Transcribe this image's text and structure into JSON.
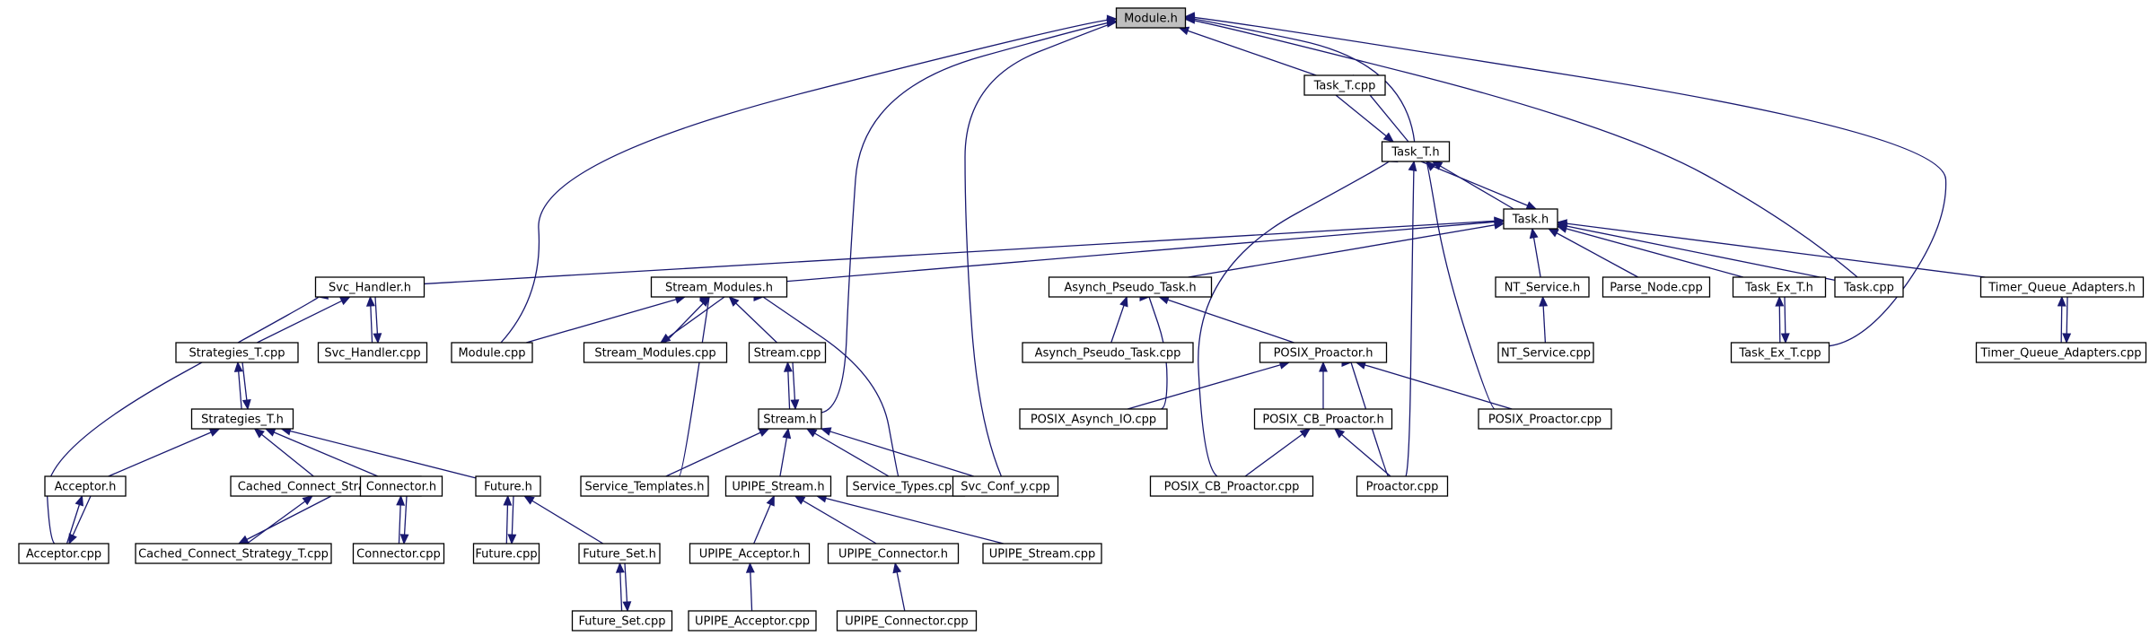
{
  "colors": {
    "edge": "#191970",
    "node_border": "#000000",
    "root_fill": "#bfbfbf",
    "node_fill": "#ffffff"
  },
  "nodes": [
    {
      "id": "module_h",
      "label": "Module.h",
      "root": true
    },
    {
      "id": "task_t_cpp",
      "label": "Task_T.cpp"
    },
    {
      "id": "task_t_h",
      "label": "Task_T.h"
    },
    {
      "id": "task_h",
      "label": "Task.h"
    },
    {
      "id": "svc_handler_h",
      "label": "Svc_Handler.h"
    },
    {
      "id": "stream_modules_h",
      "label": "Stream_Modules.h"
    },
    {
      "id": "asynch_pseudo_task_h",
      "label": "Asynch_Pseudo_Task.h"
    },
    {
      "id": "nt_service_h",
      "label": "NT_Service.h"
    },
    {
      "id": "parse_node_cpp",
      "label": "Parse_Node.cpp"
    },
    {
      "id": "task_ex_t_h",
      "label": "Task_Ex_T.h"
    },
    {
      "id": "task_cpp",
      "label": "Task.cpp"
    },
    {
      "id": "timer_queue_adapters_h",
      "label": "Timer_Queue_Adapters.h"
    },
    {
      "id": "strategies_t_cpp",
      "label": "Strategies_T.cpp"
    },
    {
      "id": "svc_handler_cpp",
      "label": "Svc_Handler.cpp"
    },
    {
      "id": "module_cpp",
      "label": "Module.cpp"
    },
    {
      "id": "stream_modules_cpp",
      "label": "Stream_Modules.cpp"
    },
    {
      "id": "stream_cpp",
      "label": "Stream.cpp"
    },
    {
      "id": "asynch_pseudo_task_cpp",
      "label": "Asynch_Pseudo_Task.cpp"
    },
    {
      "id": "posix_proactor_h",
      "label": "POSIX_Proactor.h"
    },
    {
      "id": "nt_service_cpp",
      "label": "NT_Service.cpp"
    },
    {
      "id": "task_ex_t_cpp",
      "label": "Task_Ex_T.cpp"
    },
    {
      "id": "timer_queue_adapters_cpp",
      "label": "Timer_Queue_Adapters.cpp"
    },
    {
      "id": "strategies_t_h",
      "label": "Strategies_T.h"
    },
    {
      "id": "stream_h",
      "label": "Stream.h"
    },
    {
      "id": "posix_asynch_io_cpp",
      "label": "POSIX_Asynch_IO.cpp"
    },
    {
      "id": "posix_cb_proactor_h",
      "label": "POSIX_CB_Proactor.h"
    },
    {
      "id": "posix_proactor_cpp",
      "label": "POSIX_Proactor.cpp"
    },
    {
      "id": "acceptor_h",
      "label": "Acceptor.h"
    },
    {
      "id": "cached_connect_strategy_t_h",
      "label": "Cached_Connect_Strategy_T.h"
    },
    {
      "id": "connector_h",
      "label": "Connector.h"
    },
    {
      "id": "future_h",
      "label": "Future.h"
    },
    {
      "id": "service_templates_h",
      "label": "Service_Templates.h"
    },
    {
      "id": "upipe_stream_h",
      "label": "UPIPE_Stream.h"
    },
    {
      "id": "service_types_cpp",
      "label": "Service_Types.cpp"
    },
    {
      "id": "svc_conf_y_cpp",
      "label": "Svc_Conf_y.cpp"
    },
    {
      "id": "posix_cb_proactor_cpp",
      "label": "POSIX_CB_Proactor.cpp"
    },
    {
      "id": "proactor_cpp",
      "label": "Proactor.cpp"
    },
    {
      "id": "acceptor_cpp",
      "label": "Acceptor.cpp"
    },
    {
      "id": "cached_connect_strategy_t_cpp",
      "label": "Cached_Connect_Strategy_T.cpp"
    },
    {
      "id": "connector_cpp",
      "label": "Connector.cpp"
    },
    {
      "id": "future_cpp",
      "label": "Future.cpp"
    },
    {
      "id": "future_set_h",
      "label": "Future_Set.h"
    },
    {
      "id": "upipe_acceptor_h",
      "label": "UPIPE_Acceptor.h"
    },
    {
      "id": "upipe_connector_h",
      "label": "UPIPE_Connector.h"
    },
    {
      "id": "upipe_stream_cpp",
      "label": "UPIPE_Stream.cpp"
    },
    {
      "id": "future_set_cpp",
      "label": "Future_Set.cpp"
    },
    {
      "id": "upipe_acceptor_cpp",
      "label": "UPIPE_Acceptor.cpp"
    },
    {
      "id": "upipe_connector_cpp",
      "label": "UPIPE_Connector.cpp"
    }
  ],
  "edges": [
    [
      "task_t_cpp",
      "module_h"
    ],
    [
      "task_t_h",
      "module_h"
    ],
    [
      "task_cpp",
      "module_h"
    ],
    [
      "task_ex_t_cpp",
      "module_h"
    ],
    [
      "module_cpp",
      "module_h"
    ],
    [
      "stream_h",
      "module_h"
    ],
    [
      "svc_conf_y_cpp",
      "module_h"
    ],
    [
      "task_t_cpp",
      "task_t_h"
    ],
    [
      "task_t_h",
      "task_t_cpp"
    ],
    [
      "task_h",
      "task_t_h"
    ],
    [
      "posix_cb_proactor_cpp",
      "task_t_h"
    ],
    [
      "proactor_cpp",
      "task_t_h"
    ],
    [
      "posix_proactor_cpp",
      "task_t_h"
    ],
    [
      "task_t_h",
      "task_h"
    ],
    [
      "svc_handler_h",
      "task_h"
    ],
    [
      "stream_modules_h",
      "task_h"
    ],
    [
      "asynch_pseudo_task_h",
      "task_h"
    ],
    [
      "nt_service_h",
      "task_h"
    ],
    [
      "parse_node_cpp",
      "task_h"
    ],
    [
      "task_ex_t_h",
      "task_h"
    ],
    [
      "task_cpp",
      "task_h"
    ],
    [
      "timer_queue_adapters_h",
      "task_h"
    ],
    [
      "strategies_t_cpp",
      "svc_handler_h"
    ],
    [
      "svc_handler_cpp",
      "svc_handler_h"
    ],
    [
      "svc_handler_h",
      "svc_handler_cpp"
    ],
    [
      "acceptor_cpp",
      "svc_handler_h"
    ],
    [
      "module_cpp",
      "stream_modules_h"
    ],
    [
      "stream_modules_cpp",
      "stream_modules_h"
    ],
    [
      "stream_modules_h",
      "stream_modules_cpp"
    ],
    [
      "stream_cpp",
      "stream_modules_h"
    ],
    [
      "service_templates_h",
      "stream_modules_h"
    ],
    [
      "service_types_cpp",
      "stream_modules_h"
    ],
    [
      "asynch_pseudo_task_cpp",
      "asynch_pseudo_task_h"
    ],
    [
      "posix_proactor_h",
      "asynch_pseudo_task_h"
    ],
    [
      "posix_asynch_io_cpp",
      "asynch_pseudo_task_h"
    ],
    [
      "nt_service_cpp",
      "nt_service_h"
    ],
    [
      "task_ex_t_cpp",
      "task_ex_t_h"
    ],
    [
      "task_ex_t_h",
      "task_ex_t_cpp"
    ],
    [
      "timer_queue_adapters_cpp",
      "timer_queue_adapters_h"
    ],
    [
      "timer_queue_adapters_h",
      "timer_queue_adapters_cpp"
    ],
    [
      "strategies_t_h",
      "strategies_t_cpp"
    ],
    [
      "strategies_t_cpp",
      "strategies_t_h"
    ],
    [
      "stream_h",
      "stream_cpp"
    ],
    [
      "stream_cpp",
      "stream_h"
    ],
    [
      "posix_asynch_io_cpp",
      "posix_proactor_h"
    ],
    [
      "posix_cb_proactor_h",
      "posix_proactor_h"
    ],
    [
      "posix_proactor_cpp",
      "posix_proactor_h"
    ],
    [
      "proactor_cpp",
      "posix_proactor_h"
    ],
    [
      "acceptor_h",
      "strategies_t_h"
    ],
    [
      "cached_connect_strategy_t_h",
      "strategies_t_h"
    ],
    [
      "connector_h",
      "strategies_t_h"
    ],
    [
      "future_h",
      "strategies_t_h"
    ],
    [
      "service_templates_h",
      "stream_h"
    ],
    [
      "upipe_stream_h",
      "stream_h"
    ],
    [
      "service_types_cpp",
      "stream_h"
    ],
    [
      "svc_conf_y_cpp",
      "stream_h"
    ],
    [
      "posix_cb_proactor_cpp",
      "posix_cb_proactor_h"
    ],
    [
      "proactor_cpp",
      "posix_cb_proactor_h"
    ],
    [
      "acceptor_cpp",
      "acceptor_h"
    ],
    [
      "acceptor_h",
      "acceptor_cpp"
    ],
    [
      "cached_connect_strategy_t_cpp",
      "cached_connect_strategy_t_h"
    ],
    [
      "cached_connect_strategy_t_h",
      "cached_connect_strategy_t_cpp"
    ],
    [
      "connector_cpp",
      "connector_h"
    ],
    [
      "connector_h",
      "connector_cpp"
    ],
    [
      "future_cpp",
      "future_h"
    ],
    [
      "future_h",
      "future_cpp"
    ],
    [
      "future_set_h",
      "future_h"
    ],
    [
      "upipe_acceptor_h",
      "upipe_stream_h"
    ],
    [
      "upipe_connector_h",
      "upipe_stream_h"
    ],
    [
      "upipe_stream_cpp",
      "upipe_stream_h"
    ],
    [
      "future_set_cpp",
      "future_set_h"
    ],
    [
      "future_set_h",
      "future_set_cpp"
    ],
    [
      "upipe_acceptor_cpp",
      "upipe_acceptor_h"
    ],
    [
      "upipe_connector_cpp",
      "upipe_connector_h"
    ]
  ]
}
